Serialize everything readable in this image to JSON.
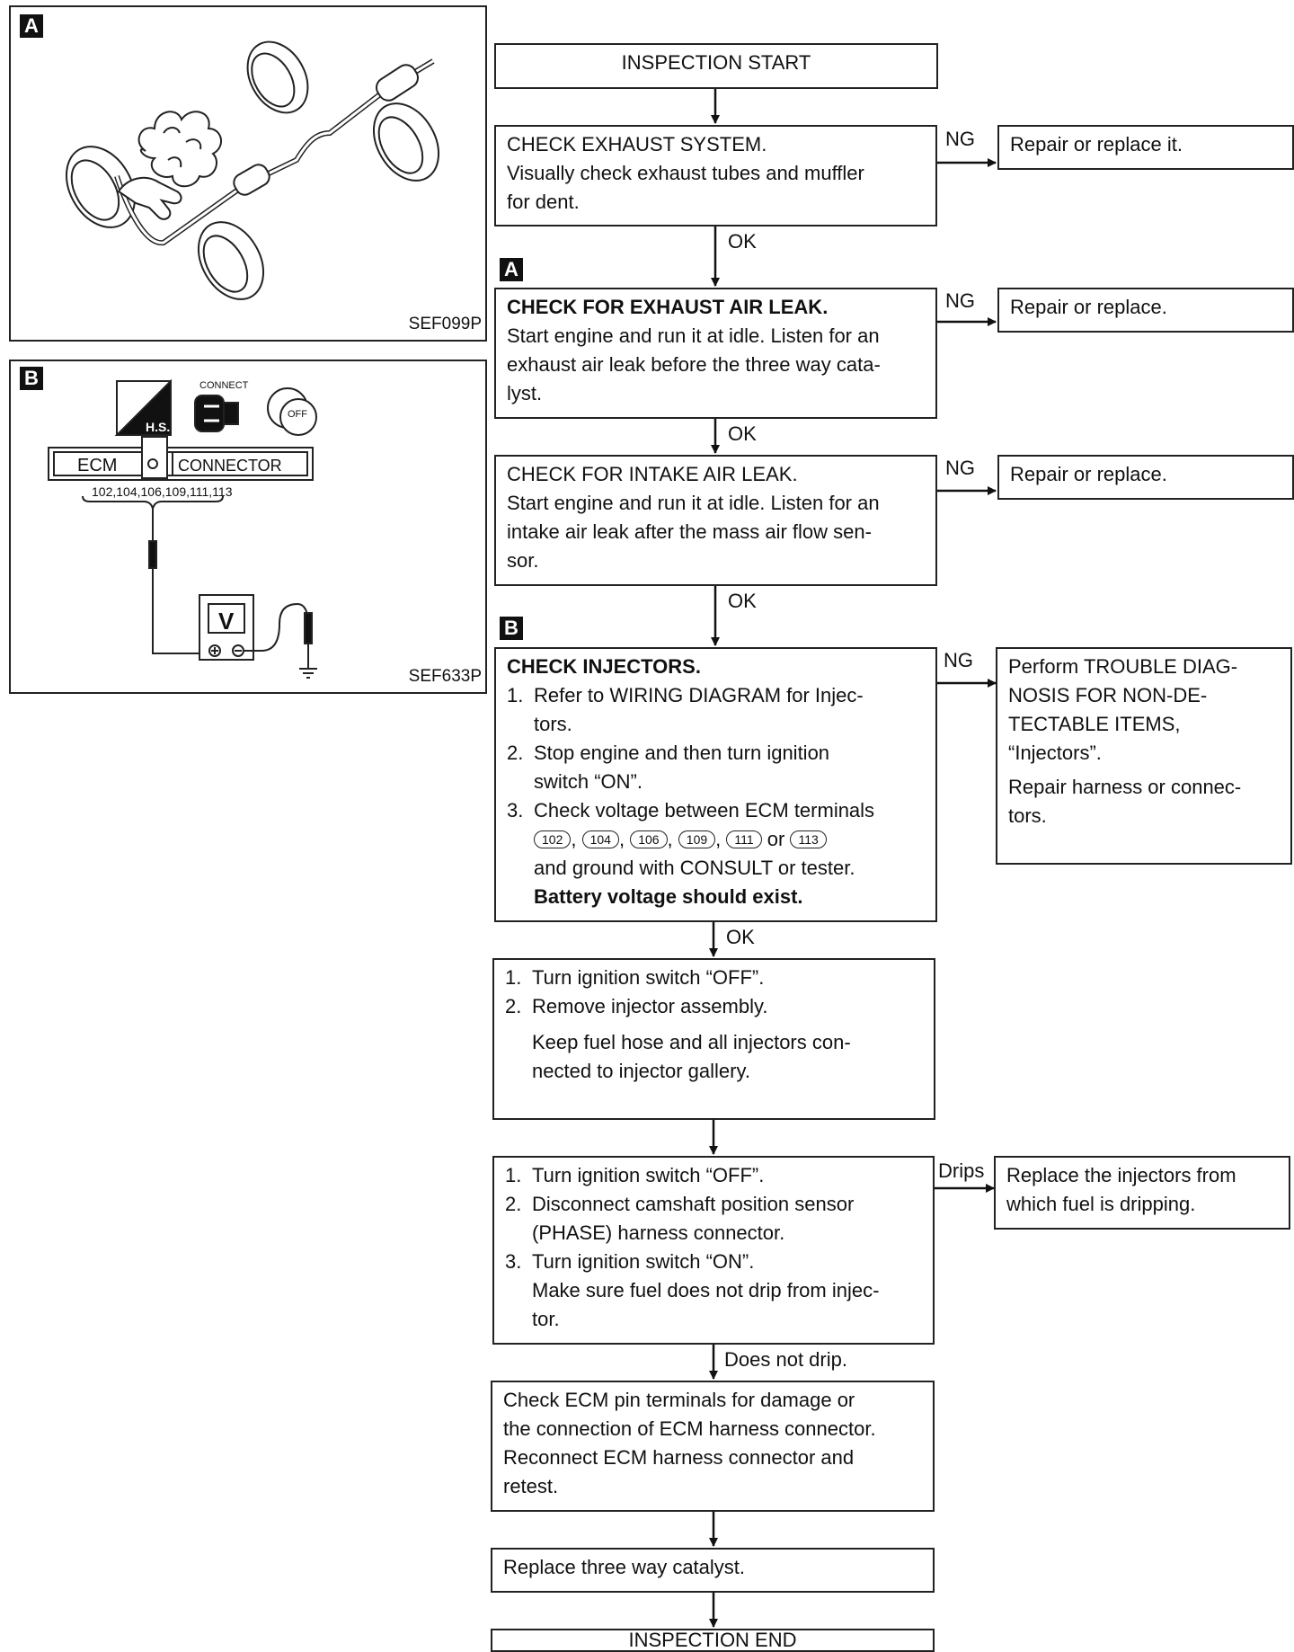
{
  "figures": {
    "a": {
      "tag": "A",
      "code": "SEF099P"
    },
    "b": {
      "tag": "B",
      "code": "SEF633P",
      "hs": "H.S.",
      "connect": "CONNECT",
      "off": "OFF",
      "ecm": "ECM",
      "connector": "CONNECTOR",
      "terminals": "102,104,106,109,111,113",
      "meter": "V"
    }
  },
  "flow": {
    "start": "INSPECTION START",
    "exhaust_system": {
      "title": "CHECK EXHAUST SYSTEM.",
      "lines": [
        "Visually check exhaust tubes and muffler",
        "for dent."
      ]
    },
    "exhaust_leak": {
      "title": "CHECK FOR EXHAUST AIR LEAK.",
      "lines": [
        "Start engine and run it at idle. Listen for an",
        "exhaust air leak before the three way cata-",
        "lyst."
      ]
    },
    "intake_leak": {
      "title": "CHECK FOR INTAKE AIR LEAK.",
      "lines": [
        "Start engine and run it at idle. Listen for an",
        "intake air leak after the mass air flow sen-",
        "sor."
      ]
    },
    "injectors": {
      "title": "CHECK INJECTORS.",
      "step1": [
        "Refer to WIRING DIAGRAM for Injec-",
        "tors."
      ],
      "step2": [
        "Stop engine and then turn ignition",
        "switch “ON”."
      ],
      "step3": "Check voltage between ECM terminals",
      "terminals": [
        "102",
        "104",
        "106",
        "109",
        "111",
        "113"
      ],
      "or": "or",
      "ground": "and ground with CONSULT or tester.",
      "result": "Battery voltage should exist."
    },
    "remove": {
      "step1": "Turn ignition switch “OFF”.",
      "step2": "Remove injector assembly.",
      "note": [
        "Keep fuel hose and all injectors con-",
        "nected to injector gallery."
      ]
    },
    "drip": {
      "step1": "Turn ignition switch “OFF”.",
      "step2": [
        "Disconnect camshaft position sensor",
        "(PHASE) harness connector."
      ],
      "step3": "Turn ignition switch “ON”.",
      "note": [
        "Make sure fuel does not drip from injec-",
        "tor."
      ]
    },
    "ecm_pins": {
      "lines": [
        "Check ECM pin terminals for damage or",
        "the connection of ECM harness connector.",
        "Reconnect ECM harness connector and",
        "retest."
      ]
    },
    "replace_catalyst": "Replace three way catalyst.",
    "end": "INSPECTION END",
    "ng_results": {
      "exhaust_system": "Repair or replace it.",
      "exhaust_leak": "Repair or replace.",
      "intake_leak": "Repair or replace.",
      "injectors": [
        "Perform TROUBLE DIAG-",
        "NOSIS FOR NON-DE-",
        "TECTABLE ITEMS,",
        "“Injectors”."
      ],
      "injectors_extra": [
        "Repair harness or connec-",
        "tors."
      ],
      "drips": [
        "Replace the injectors from",
        "which fuel is dripping."
      ]
    },
    "labels": {
      "ok": "OK",
      "ng": "NG",
      "drips": "Drips",
      "does_not_drip": "Does not drip."
    }
  }
}
